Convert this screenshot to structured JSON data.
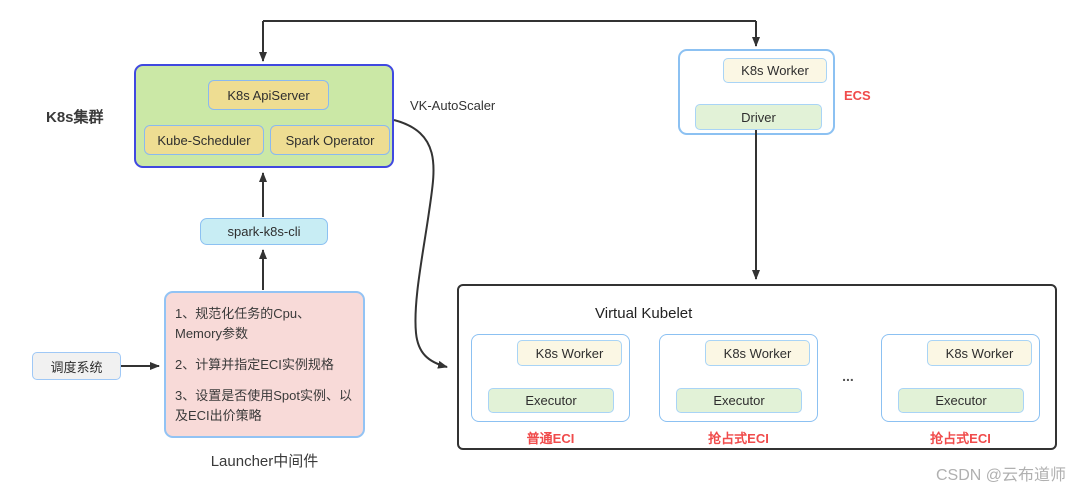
{
  "cluster": {
    "label": "K8s集群",
    "apiserver": "K8s ApiServer",
    "scheduler": "Kube-Scheduler",
    "operator": "Spark Operator"
  },
  "autoscaler_label": "VK-AutoScaler",
  "cli_label": "spark-k8s-cli",
  "scheduler_system": {
    "label": "调度系统"
  },
  "launcher": {
    "title": "Launcher中间件",
    "items": [
      "1、规范化任务的Cpu、Memory参数",
      "2、计算并指定ECI实例规格",
      "3、设置是否使用Spot实例、以及ECI出价策略"
    ]
  },
  "ecs": {
    "label": "ECS",
    "worker": "K8s Worker",
    "driver": "Driver"
  },
  "vk": {
    "title": "Virtual Kubelet",
    "ellipsis": "...",
    "pods": [
      {
        "worker": "K8s Worker",
        "executor": "Executor",
        "type": "普通ECI"
      },
      {
        "worker": "K8s Worker",
        "executor": "Executor",
        "type": "抢占式ECI"
      },
      {
        "worker": "K8s Worker",
        "executor": "Executor",
        "type": "抢占式ECI"
      }
    ]
  },
  "watermark": "CSDN @云布道师",
  "colors": {
    "cluster_fill": "#cbe8a6",
    "cluster_border": "#4049e0",
    "node_yellow": "#eedd92",
    "node_cream": "#fbf7e4",
    "node_green": "#e2f2d7",
    "node_cyan": "#c8edf4",
    "node_pink": "#f8dad8",
    "light_blue_border": "#8cc1f2",
    "status_red": "#f04b4b",
    "line": "#333333"
  }
}
